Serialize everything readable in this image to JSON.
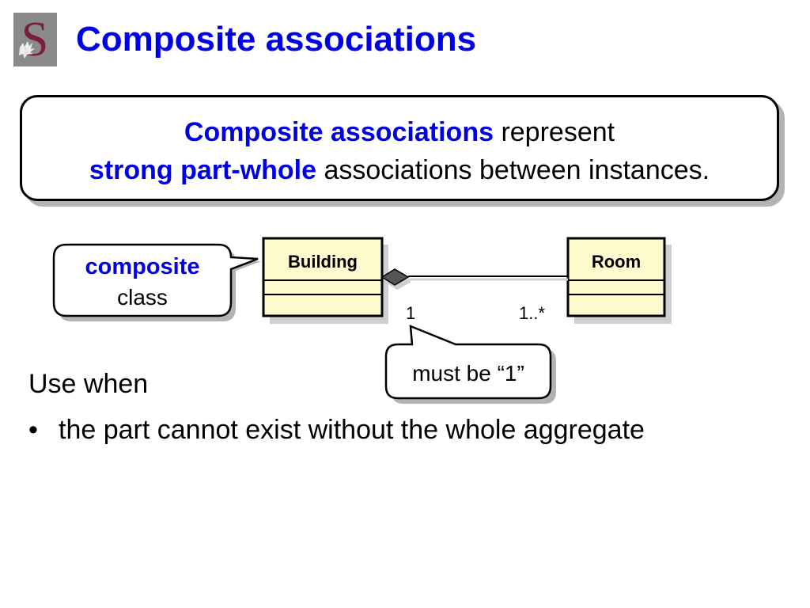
{
  "logo": {
    "letter": "S",
    "colors": {
      "background": "#808080",
      "letter": "#7a1e3c"
    }
  },
  "title": "Composite associations",
  "definition": {
    "line1_highlight": "Composite associations",
    "line1_rest": " represent",
    "line2_highlight": "strong part-whole",
    "line2_rest": " associations between instances."
  },
  "diagram": {
    "whole_class": {
      "name": "Building"
    },
    "part_class": {
      "name": "Room"
    },
    "association": {
      "kind": "composition",
      "whole_multiplicity": "1",
      "part_multiplicity": "1..*"
    },
    "callout_composite": {
      "line1": "composite",
      "line2": "class"
    },
    "callout_multiplicity": {
      "text": "must be “1”"
    }
  },
  "use_when": {
    "heading": "Use when",
    "items": [
      "the part cannot exist without the whole aggregate"
    ]
  },
  "colors": {
    "accent_blue": "#0000e6",
    "class_fill": "#fffacd",
    "shadow": "#b3b3b3"
  }
}
